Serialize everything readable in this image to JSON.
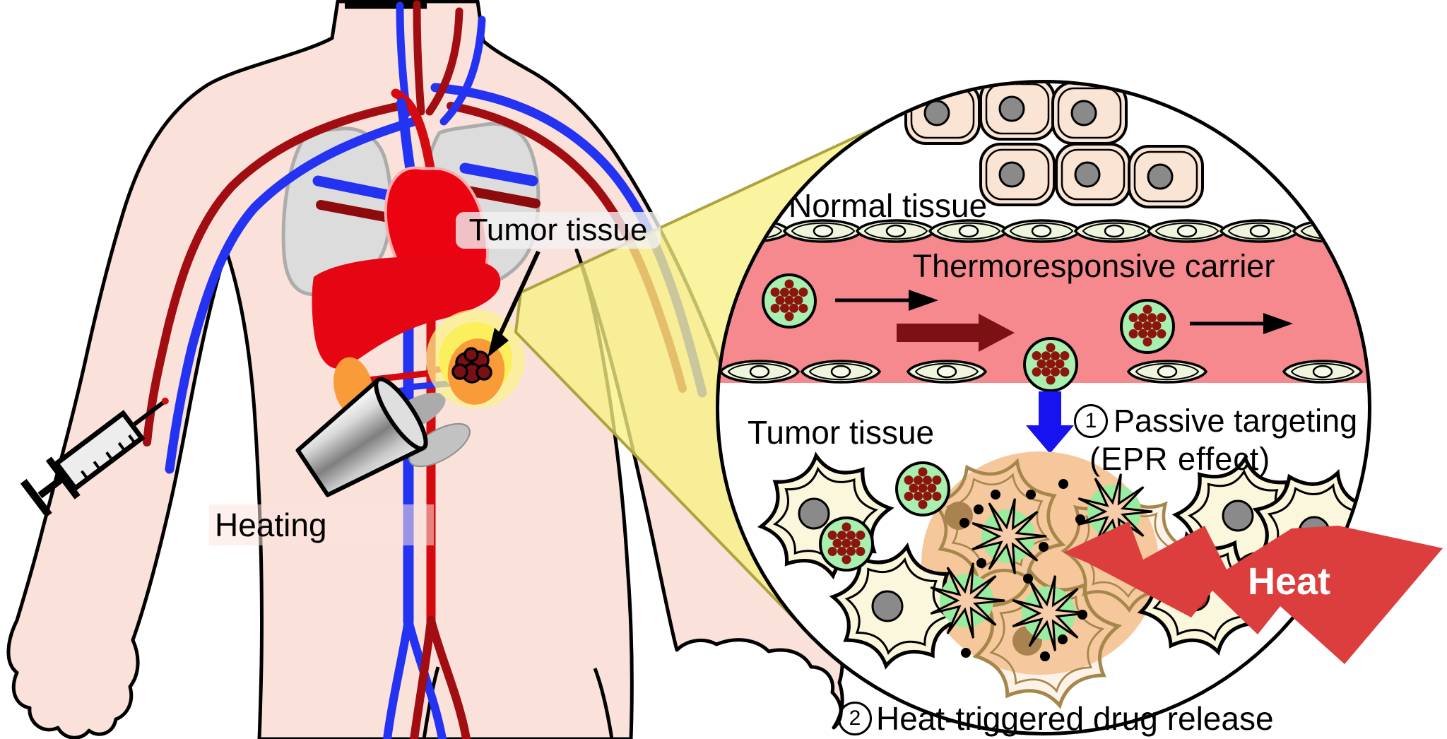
{
  "labels": {
    "tumor_tissue_body": "Tumor tissue",
    "heating": "Heating",
    "normal_tissue": "Normal tissue",
    "thermoresponsive_carrier": "Thermoresponsive carrier",
    "step1_num": "1",
    "passive_targeting": "Passive targeting",
    "epr_effect": "(EPR effect)",
    "tumor_tissue_magnified": "Tumor tissue",
    "heat": "Heat",
    "step2_num": "2",
    "heat_triggered": "Heat-triggered drug release"
  },
  "colors": {
    "skin": "#FAE1DA",
    "outline": "#000000",
    "artery_dark_red": "#A10D10",
    "vein_blue": "#2433F2",
    "organ_red": "#E8000D",
    "lung_gray": "#DCDCDC",
    "kidney_orange": "#F89B38",
    "tumor_dark_red": "#7A1014",
    "glow_yellow": "#FBEF5E",
    "beam_yellow": "#F8F185",
    "vessel_pink": "#F5898E",
    "endothelium_green": "#EFF5DC",
    "carrier_green": "#A9EFAF",
    "drug_dark_red": "#8C150E",
    "heated_region_orange": "#F5C79B",
    "blue_arrow": "#1612F0",
    "thick_flow_arrow": "#7B1113",
    "heat_arrow_red": "#DC3E3E"
  }
}
